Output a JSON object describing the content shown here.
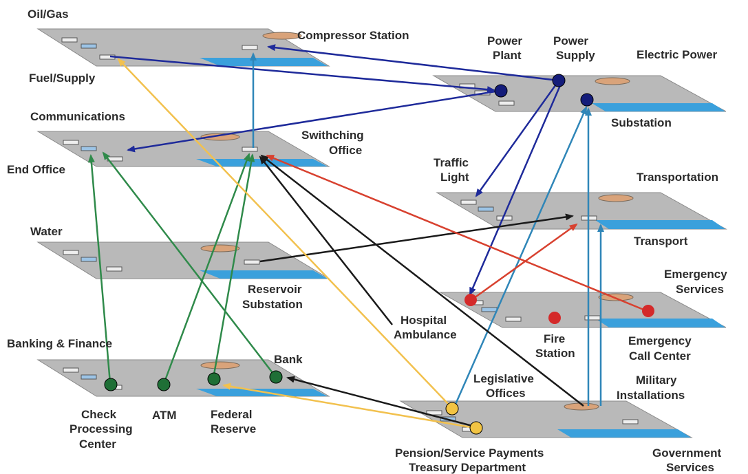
{
  "colors": {
    "plane_fill": "#b9b9b9",
    "plane_stroke": "#8a8a8a",
    "water_band": "#3aa0dc",
    "disc": "#d9a37a",
    "dark_blue_link": "#1e2a9a",
    "steel_blue_link": "#2f86b8",
    "green_link": "#2f8a4a",
    "black_link": "#1a1a1a",
    "red_link": "#d8412f",
    "yellow_link": "#f2c14e",
    "node_dark_blue": "#141c7a",
    "node_green": "#1f6f36",
    "node_red": "#d42a2a",
    "node_yellow": "#f2c443"
  },
  "layers": {
    "oil_gas": "Oil/Gas",
    "electric_power": "Electric Power",
    "communications": "Communications",
    "transportation": "Transportation",
    "water": "Water",
    "emergency_services": [
      "Emergency",
      "Services"
    ],
    "banking_finance": "Banking & Finance",
    "government_services": [
      "Government",
      "Services"
    ]
  },
  "components": {
    "compressor_station": "Compressor Station",
    "fuel_supply": "Fuel/Supply",
    "power_plant": [
      "Power",
      "Plant"
    ],
    "power_supply": [
      "Power",
      "Supply"
    ],
    "substation": "Substation",
    "switching_office": [
      "Swithching",
      "Office"
    ],
    "end_office": "End Office",
    "traffic_light": [
      "Traffic",
      "Light"
    ],
    "transport": "Transport",
    "reservoir_substation": [
      "Reservoir",
      "Substation"
    ],
    "hospital_ambulance": [
      "Hospital",
      "Ambulance"
    ],
    "fire_station": [
      "Fire",
      "Station"
    ],
    "emergency_call_center": [
      "Emergency",
      "Call Center"
    ],
    "bank": "Bank",
    "check_processing_center": [
      "Check",
      "Processing",
      "Center"
    ],
    "atm": "ATM",
    "federal_reserve": [
      "Federal",
      "Reserve"
    ],
    "legislative_offices": [
      "Legislative",
      "Offices"
    ],
    "military_installations": [
      "Military",
      "Installations"
    ],
    "pension_treasury": [
      "Pension/Service Payments",
      "Treasury Department"
    ]
  }
}
